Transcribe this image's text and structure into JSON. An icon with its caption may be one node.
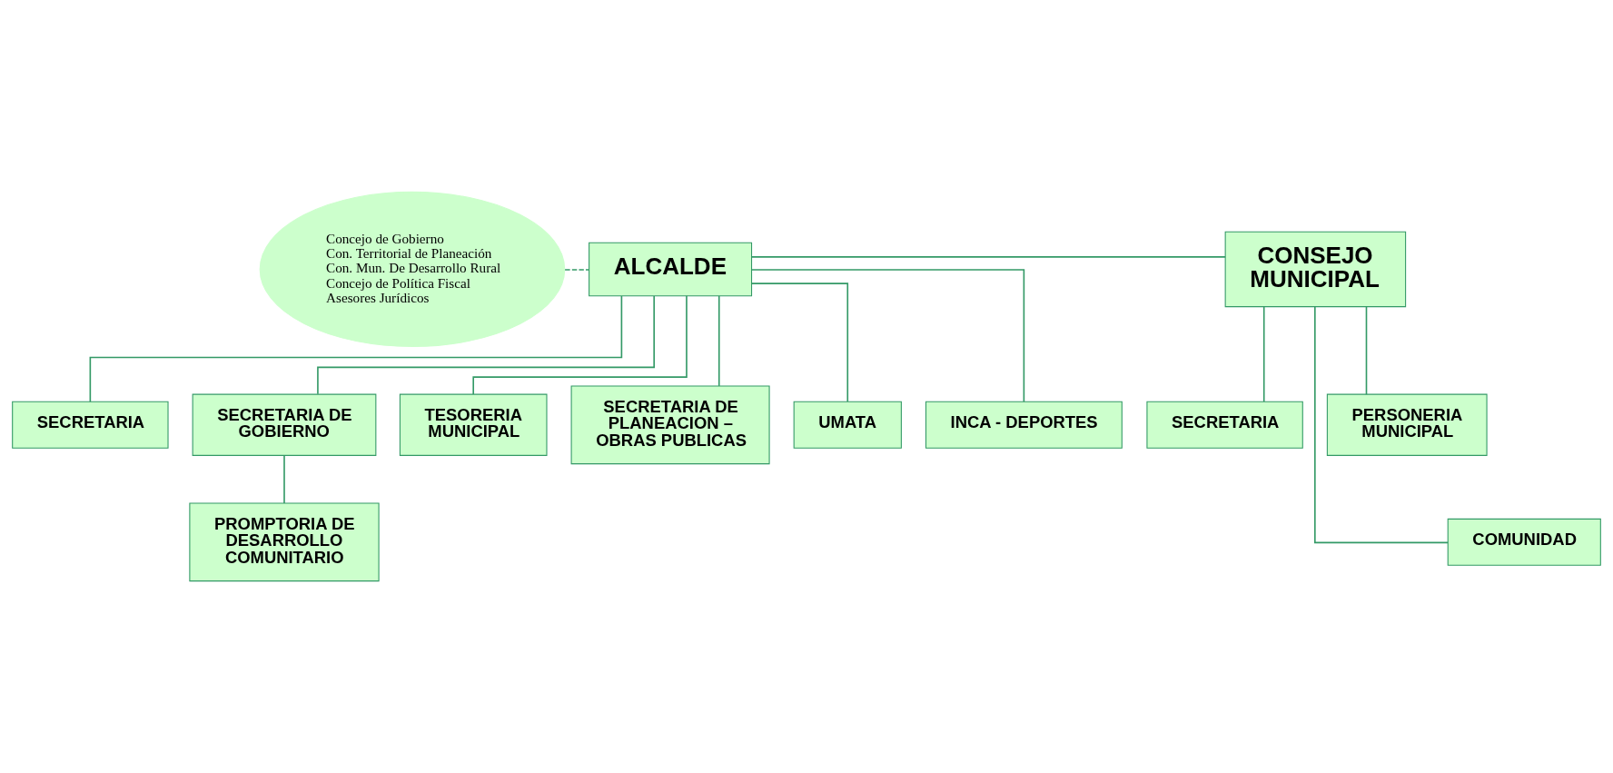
{
  "diagram": {
    "nodes": [
      {
        "text": [
          "Concejo de Gobierno",
          "Con. Territorial de Planeación",
          "Con. Mun. De Desarrollo Rural",
          "Concejo de Política Fiscal",
          "Asesores Jurídicos"
        ]
      },
      {
        "text": [
          "ALCALDE"
        ]
      },
      {
        "text": [
          "CONSEJO MUNICIPAL"
        ]
      },
      {
        "text": [
          "SECRETARIA"
        ]
      },
      {
        "text": [
          "SECRETARIA"
        ]
      },
      {
        "text": [
          "PERSONERIA MUNICIPAL"
        ]
      },
      {
        "text": [
          "SECRETARIA DE GOBIERNO"
        ]
      },
      {
        "text": [
          "TESORERIA MUNICIPAL"
        ]
      },
      {
        "text": [
          "SECRETARIA DE PLANEACION – OBRAS PUBLICAS"
        ]
      },
      {
        "text": [
          "UMATA"
        ]
      },
      {
        "text": [
          "INCA - DEPORTES"
        ]
      },
      {
        "text": [
          "COMUNIDAD"
        ]
      },
      {
        "text": [
          "PROMPTORIA DE DESARROLLO COMUNITARIO"
        ]
      }
    ],
    "edges": [
      {
        "from": 0,
        "to": 1,
        "arrow": "none",
        "style": "dashed"
      },
      {
        "from": 1,
        "to": 2,
        "arrow": "none"
      },
      {
        "from": 1,
        "to": 3,
        "arrow": "none"
      },
      {
        "from": 1,
        "to": 6,
        "arrow": "none"
      },
      {
        "from": 1,
        "to": 7,
        "arrow": "none"
      },
      {
        "from": 1,
        "to": 8,
        "arrow": "none"
      },
      {
        "from": 1,
        "to": 9,
        "arrow": "none"
      },
      {
        "from": 1,
        "to": 10,
        "arrow": "none"
      },
      {
        "from": 6,
        "to": 12,
        "arrow": "none"
      },
      {
        "from": 2,
        "to": 4,
        "arrow": "none"
      },
      {
        "from": 2,
        "to": 5,
        "arrow": "none"
      },
      {
        "from": 2,
        "to": 11,
        "arrow": "none"
      }
    ]
  }
}
